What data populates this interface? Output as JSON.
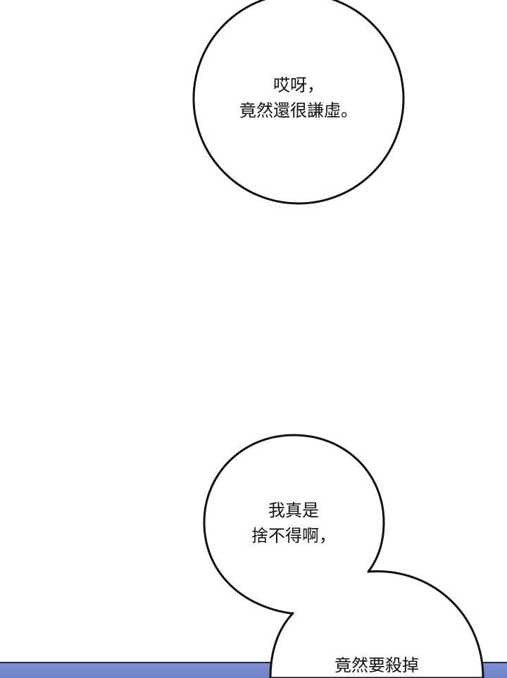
{
  "bubbles": [
    {
      "lines": [
        "哎呀，",
        "竟然還很謙虛。"
      ]
    },
    {
      "lines": [
        "我真是",
        "捨不得啊，"
      ]
    },
    {
      "lines": [
        "竟然要殺掉"
      ]
    }
  ],
  "colors": {
    "background": "#ffffff",
    "bubble_fill": "#ffffff",
    "bubble_outline": "#111111",
    "panel_strip": "#7585cb"
  }
}
